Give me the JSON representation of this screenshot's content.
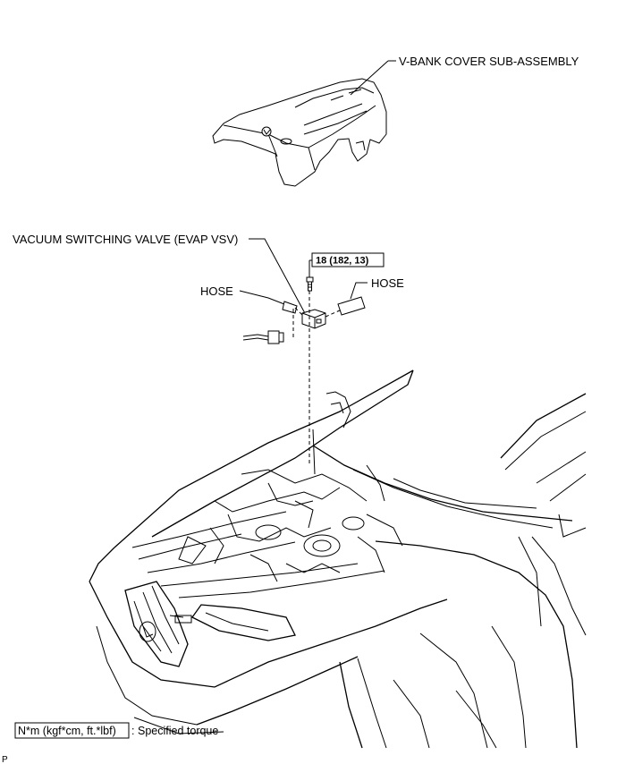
{
  "labels": {
    "v_bank_cover": "V-BANK COVER SUB-ASSEMBLY",
    "vsv": "VACUUM SWITCHING VALVE (EVAP VSV)",
    "hose_left": "HOSE",
    "hose_right": "HOSE"
  },
  "torque_spec": {
    "value": "18 (182, 13)"
  },
  "legend": {
    "unit_box": "N*m (kgf*cm, ft.*lbf)",
    "separator": ":",
    "description": "Specified torque"
  },
  "corner_mark": "P",
  "icons": {
    "emblem": "lexus-emblem-icon",
    "bolt": "bolt-icon"
  }
}
